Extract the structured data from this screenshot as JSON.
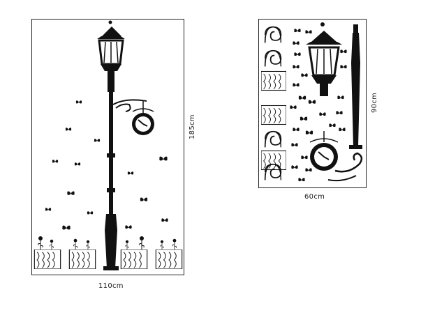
{
  "dimensions": {
    "left_width": "110cm",
    "left_height": "185cm",
    "right_width": "60cm",
    "right_height": "90cm"
  },
  "colors": {
    "ink": "#111111",
    "background": "#ffffff",
    "frame": "#222222"
  },
  "icons": [
    "street-lamp-icon",
    "clock-icon",
    "butterfly-icon",
    "fence-icon",
    "flower-icon"
  ]
}
